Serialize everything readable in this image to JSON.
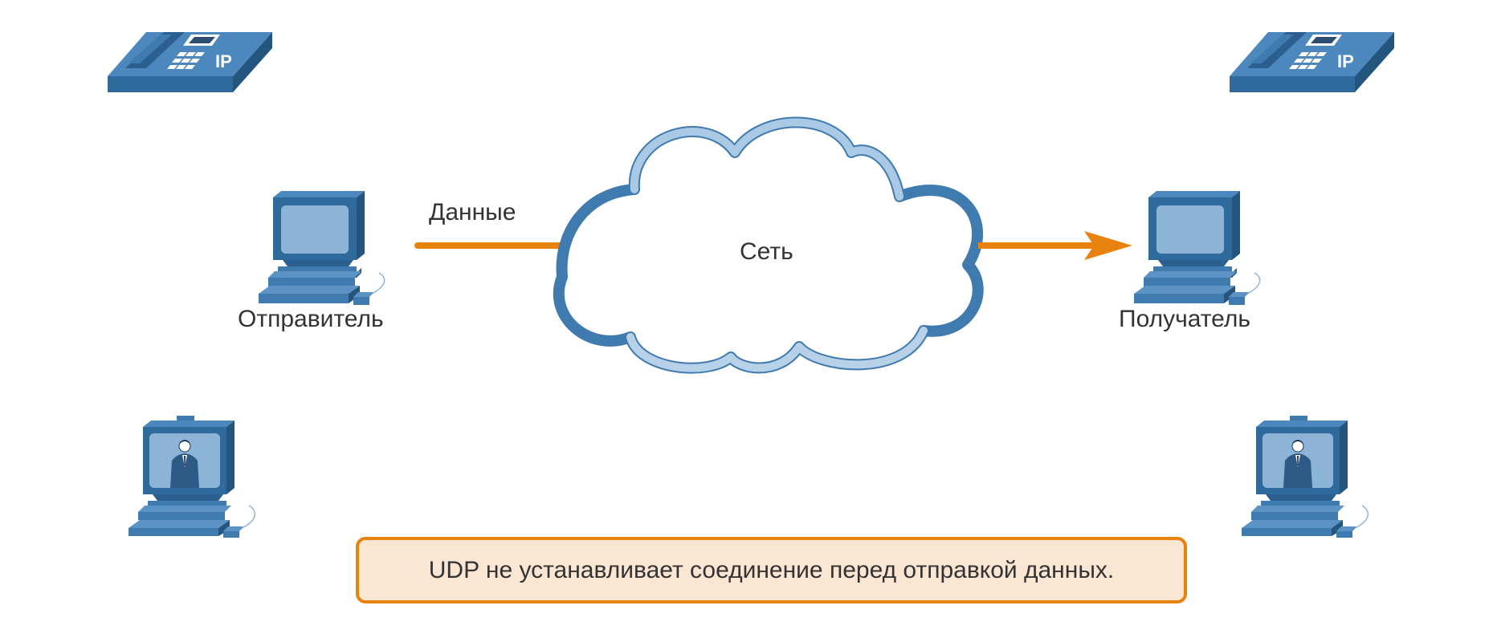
{
  "labels": {
    "data_flow": "Данные",
    "network": "Сеть",
    "sender": "Отправитель",
    "receiver": "Получатель"
  },
  "callout": {
    "text": "UDP не устанавливает соединение перед отправкой данных."
  },
  "ip_phone": {
    "badge": "IP"
  },
  "colors": {
    "device_blue": "#3f7bae",
    "device_dark": "#2a5f8f",
    "device_light": "#8db4d6",
    "arrow_orange": "#e8820e",
    "callout_fill": "#fbe5d3",
    "text": "#333333"
  }
}
